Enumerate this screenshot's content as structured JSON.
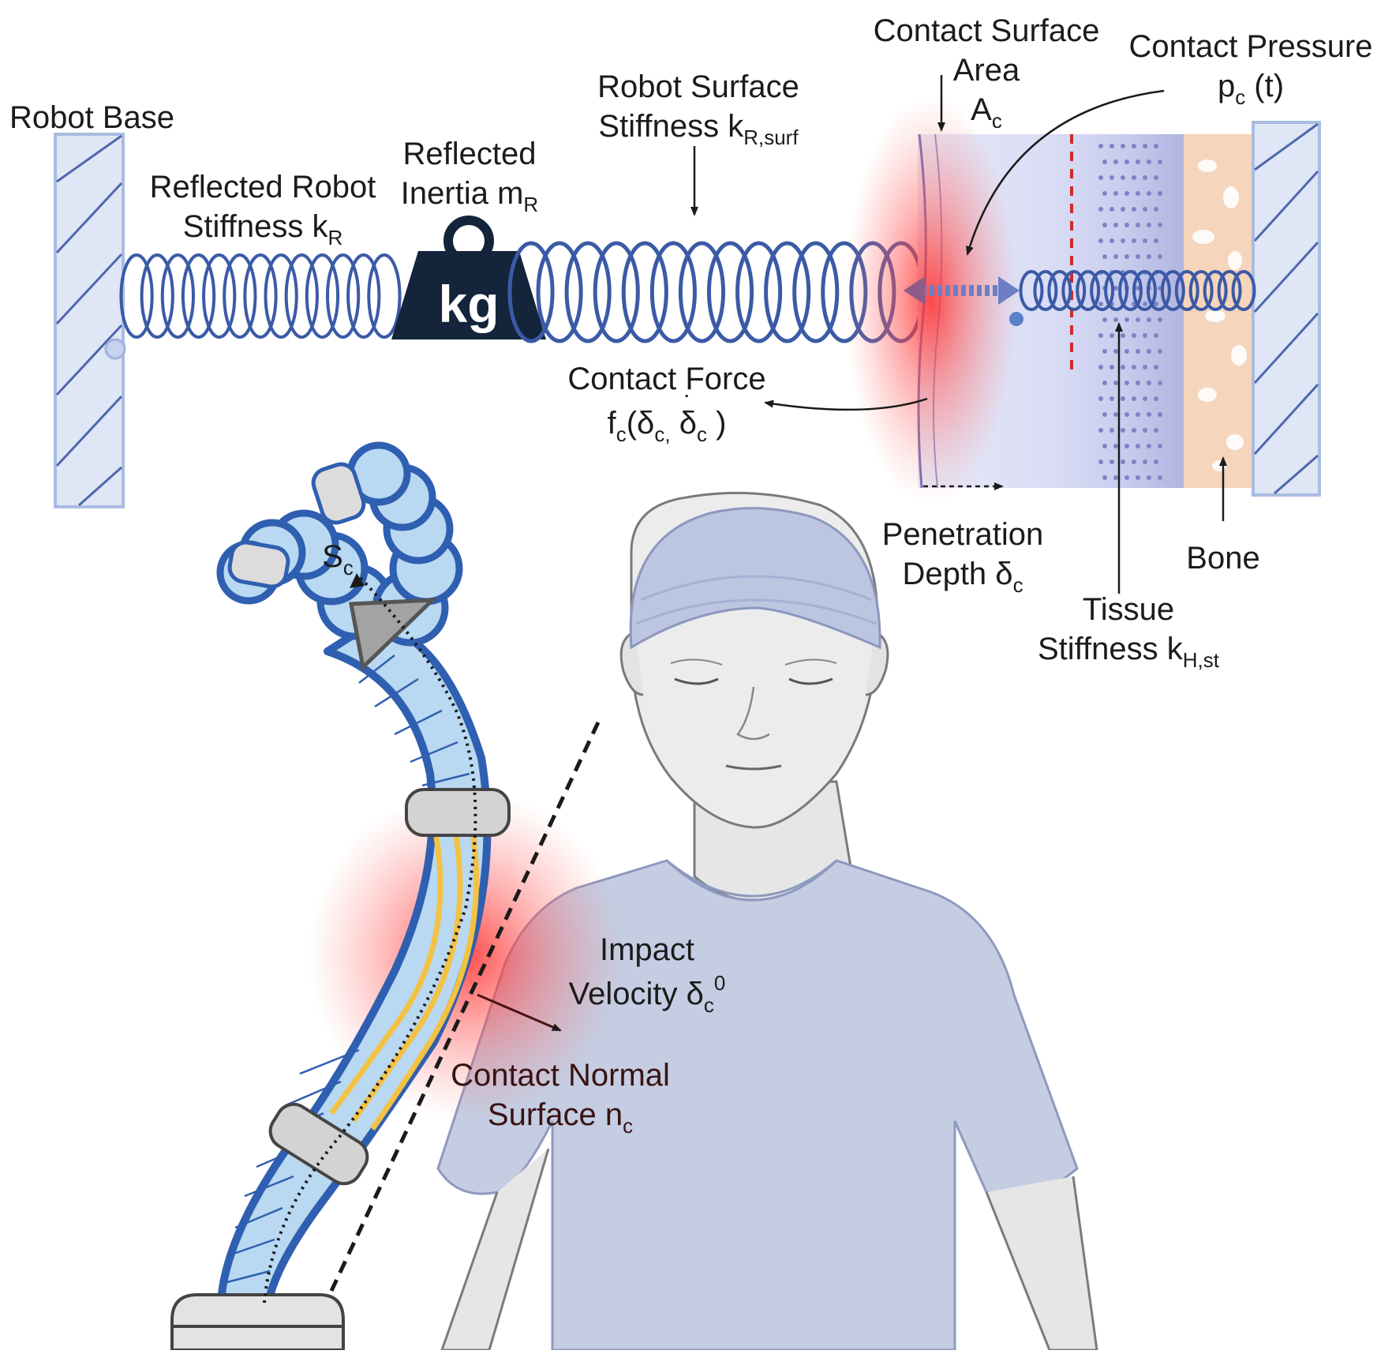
{
  "labels": {
    "robot_base": "Robot Base",
    "reflected_robot_stiffness": {
      "line1": "Reflected Robot",
      "line2": "Stiffness k",
      "sub": "R"
    },
    "reflected_inertia": {
      "line1": "Reflected",
      "line2": "Inertia m",
      "sub": "R"
    },
    "robot_surface_stiffness": {
      "line1": "Robot Surface",
      "line2": "Stiffness k",
      "sub": "R,surf"
    },
    "contact_surface_area": {
      "line1": "Contact Surface",
      "line2": "Area",
      "line3": "A",
      "sub": "c"
    },
    "contact_pressure": {
      "line1": "Contact Pressure",
      "main": "p",
      "sub": "c",
      "tail": " (t)"
    },
    "contact_force": {
      "line1": "Contact Force",
      "f": "f",
      "fsub": "c",
      "open": "(δ",
      "d1sub": "c,",
      "sep": " ",
      "d2": "δ",
      "d2sub": "c",
      "close": " )"
    },
    "penetration_depth": {
      "line1": "Penetration",
      "line2": "Depth δ",
      "sub": "c"
    },
    "bone": "Bone",
    "tissue_stiffness": {
      "line1": "Tissue",
      "line2": "Stiffness k",
      "sub": "H,st"
    },
    "s_c": {
      "main": "S",
      "sub": "c"
    },
    "impact_velocity": {
      "line1": "Impact",
      "line2": "Velocity δ",
      "sub": "c",
      "sup": "0"
    },
    "contact_normal": {
      "line1": "Contact Normal",
      "line2": "Surface n",
      "sub": "c"
    },
    "kg": "kg"
  },
  "colors": {
    "spring": "#3b5aa6",
    "wall_fill": "#dde4f4",
    "wall_stroke": "#9fb2dc",
    "robot_blue": "#b9d8f2",
    "robot_outline": "#2f5fb0",
    "shirt": "#c6d0e4",
    "skin": "#e9e9e9",
    "contact_red": "#e8303a",
    "bone": "#f6d6bd"
  }
}
